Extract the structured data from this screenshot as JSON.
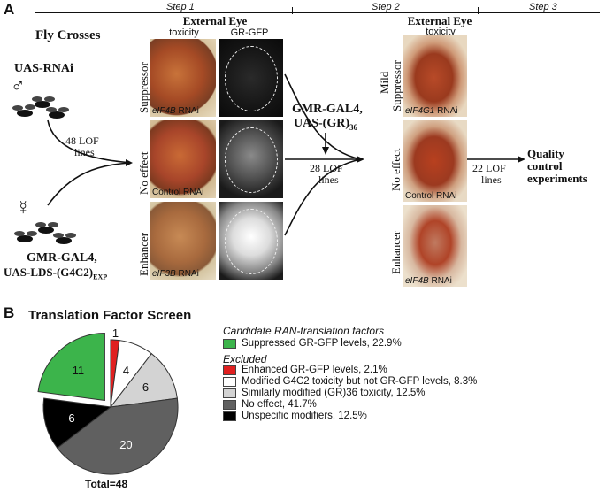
{
  "panelA": {
    "letter": "A",
    "steps": [
      "Step 1",
      "Step 2",
      "Step 3"
    ],
    "fly_crosses": "Fly Crosses",
    "uas_rnai": "UAS-RNAi",
    "male_symbol": "♂",
    "female_symbol": "☿",
    "lof48": [
      "48 LOF",
      "lines"
    ],
    "gmr_left": [
      "GMR-GAL4,",
      "UAS-LDS-(G4C2)"
    ],
    "gmr_left_sub": "EXP",
    "col_ext_eye": "External Eye",
    "col_toxicity": "toxicity",
    "col_grgfp": "GR-GFP",
    "rows1": [
      "Suppressor",
      "No effect",
      "Enhancer"
    ],
    "caps1": [
      {
        "gene": "eIF4B",
        "rest": " RNAi"
      },
      {
        "gene": "",
        "rest": "Control RNAi"
      },
      {
        "gene": "eIF3B",
        "rest": " RNAi"
      }
    ],
    "gmr_mid": [
      "GMR-GAL4,",
      "UAS-(GR)"
    ],
    "gmr_mid_sub": "36",
    "lof28": [
      "28 LOF",
      "lines"
    ],
    "col2_ext_eye": "External Eye",
    "col2_toxicity": "toxicity",
    "rows2": [
      "Mild",
      "Suppressor",
      "No effect",
      "Enhancer"
    ],
    "caps2": [
      {
        "gene": "eIF4G1",
        "rest": " RNAi"
      },
      {
        "gene": "",
        "rest": "Control RNAi"
      },
      {
        "gene": "eIF4B",
        "rest": " RNAi"
      }
    ],
    "lof22": [
      "22 LOF",
      "lines"
    ],
    "quality": [
      "Quality",
      "control",
      "experiments"
    ]
  },
  "panelB": {
    "letter": "B",
    "title": "Translation Factor Screen",
    "total": "Total=48",
    "candidate_header": "Candidate RAN-translation factors",
    "excluded_header": "Excluded"
  },
  "chart_data": {
    "type": "pie",
    "title": "Translation Factor Screen",
    "total": 48,
    "slices": [
      {
        "label": "Suppressed GR-GFP levels, 22.9%",
        "value": 11,
        "color": "#3cb44b",
        "group": "Candidate RAN-translation factors",
        "exploded": true
      },
      {
        "label": "Enhanced GR-GFP levels, 2.1%",
        "value": 1,
        "color": "#e02020",
        "group": "Excluded"
      },
      {
        "label": "Modified G4C2 toxicity but not GR-GFP levels, 8.3%",
        "value": 4,
        "color": "#ffffff",
        "group": "Excluded"
      },
      {
        "label": "Similarly modified (GR)36 toxicity, 12.5%",
        "value": 6,
        "color": "#d3d3d3",
        "group": "Excluded"
      },
      {
        "label": "No effect, 41.7%",
        "value": 20,
        "color": "#606060",
        "group": "Excluded"
      },
      {
        "label": "Unspecific modifiers, 12.5%",
        "value": 6,
        "color": "#000000",
        "group": "Excluded"
      }
    ]
  }
}
